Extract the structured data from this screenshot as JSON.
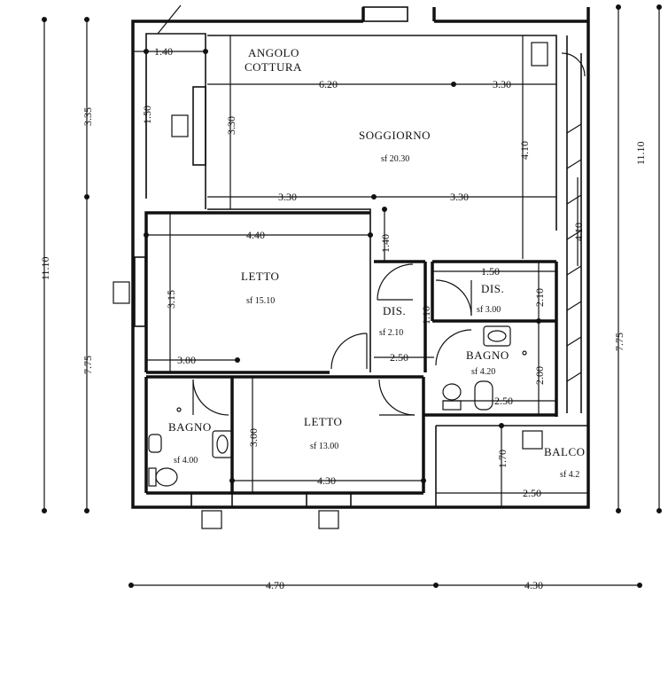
{
  "rooms": {
    "kitchen": {
      "label_line1": "ANGOLO",
      "label_line2": "COTTURA"
    },
    "living": {
      "label": "SOGGIORNO",
      "area": "sf  20.30"
    },
    "bedroom1": {
      "label": "LETTO",
      "area": "sf  15.10"
    },
    "dis_small": {
      "label": "DIS.",
      "area": "sf  2.10"
    },
    "dis_right": {
      "label": "DIS.",
      "area": "sf  3.00"
    },
    "bath_right": {
      "label": "BAGNO",
      "area": "sf  4.20"
    },
    "bath_left": {
      "label": "BAGNO",
      "area": "sf  4.00"
    },
    "bedroom2": {
      "label": "LETTO",
      "area": "sf 13.00"
    },
    "balcony": {
      "label": "BALCO",
      "area": "sf  4.2"
    }
  },
  "dimensions": {
    "top_left_1_40": "1.40",
    "left_1_50": "1.50",
    "living_3_30_v": "3.30",
    "living_6_20": "6.20",
    "living_3_30_top": "3.30",
    "living_4_10": "4.10",
    "living_3_30_bottom_a": "3.30",
    "living_3_30_bottom_b": "3.30",
    "bed1_4_40": "4.40",
    "vert_1_40": "1.40",
    "bed1_3_15": "3.15",
    "bed1_3_00": "3.00",
    "dis_1_50": "1.50",
    "dis_2_10": "2.10",
    "dis_1_10": "1.10",
    "dis_2_50": "2.50",
    "bath_2_00": "2.00",
    "bath_2_50": "2.50",
    "bed2_3_00": "3.00",
    "bed2_4_30": "4.30",
    "balc_1_70": "1.70",
    "balc_2_50": "2.50",
    "right_4_10": "4.10",
    "outer_left_3_35": "3.35",
    "outer_left_11_10": "11.10",
    "outer_left_7_75": "7.75",
    "outer_right_11_10": "11.10",
    "outer_right_7_75": "7.75",
    "bottom_4_70": "4.70",
    "bottom_4_30": "4.30"
  }
}
